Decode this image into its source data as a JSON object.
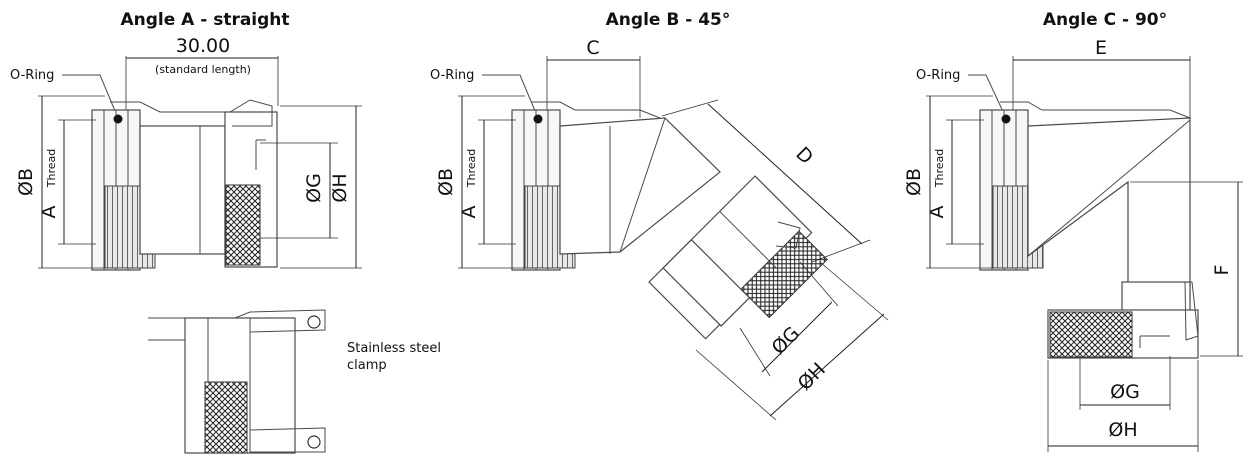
{
  "views": {
    "straight": {
      "title": "Angle A - straight",
      "length_value": "30.00",
      "length_note": "(standard length)",
      "oring": "O-Ring",
      "dia_b": "ØB",
      "thread_a": "A",
      "thread_word": "Thread",
      "dia_g": "ØG",
      "dia_h": "ØH"
    },
    "angle45": {
      "title": "Angle B - 45°",
      "dim_c": "C",
      "dim_d": "D",
      "oring": "O-Ring",
      "dia_b": "ØB",
      "thread_a": "A",
      "thread_word": "Thread",
      "dia_g": "ØG",
      "dia_h": "ØH"
    },
    "angle90": {
      "title": "Angle C - 90°",
      "dim_e": "E",
      "dim_f": "F",
      "oring": "O-Ring",
      "dia_b": "ØB",
      "thread_a": "A",
      "thread_word": "Thread",
      "dia_g": "ØG",
      "dia_h": "ØH"
    }
  },
  "clamp_detail": {
    "label_line1": "Stainless steel",
    "label_line2": "clamp"
  }
}
